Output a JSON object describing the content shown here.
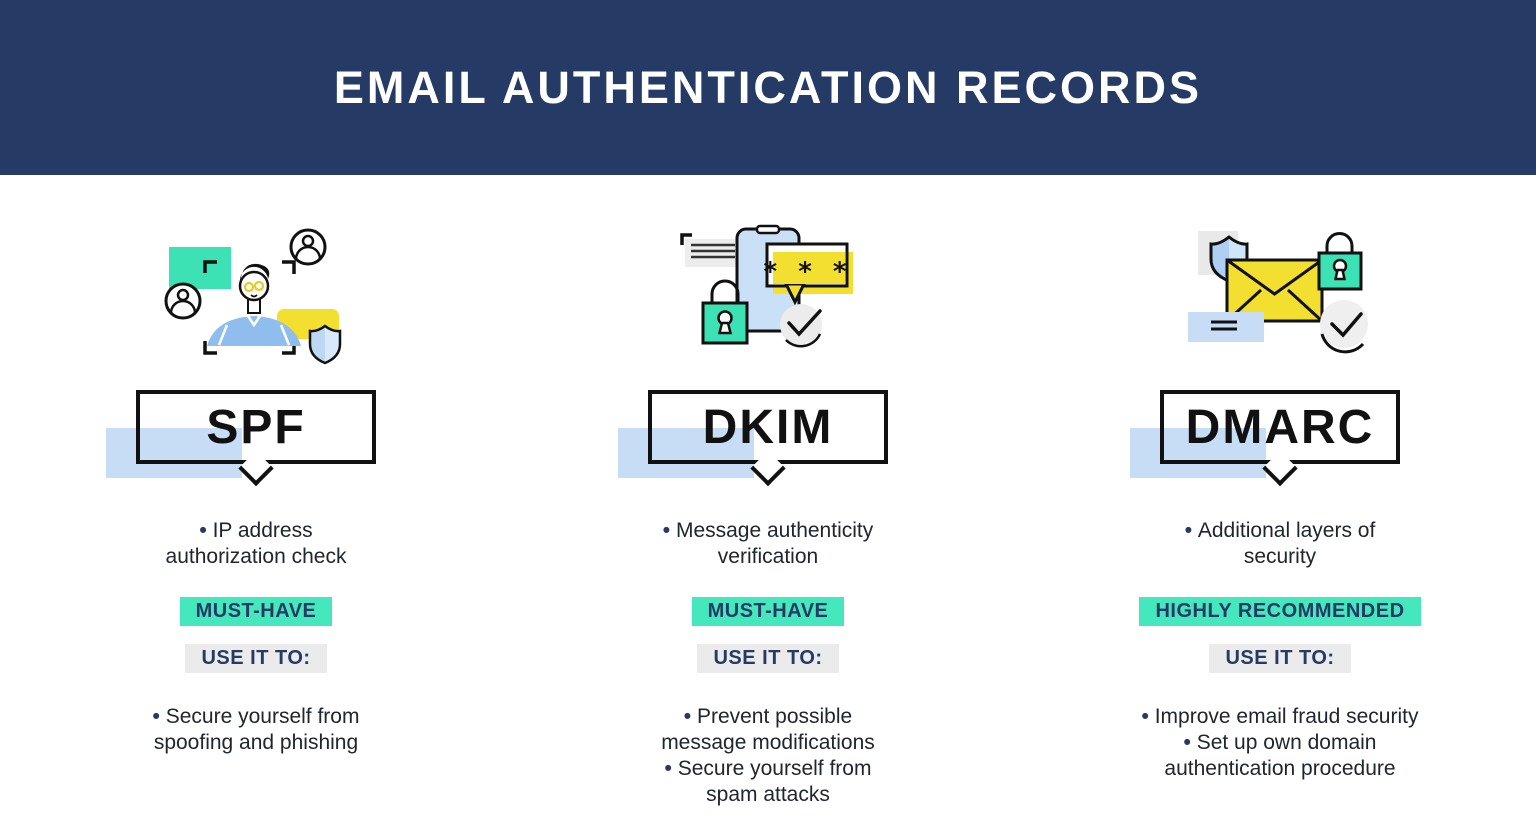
{
  "header": {
    "title": "EMAIL AUTHENTICATION RECORDS"
  },
  "colors": {
    "navy": "#253a64",
    "teal": "#45e8bc",
    "teal-ill": "#3ce2b4",
    "yellow": "#f2df30",
    "blue-shirt": "#8fbdee",
    "blue-light": "#c9e0f7",
    "hl-blue": "#c7ddf5",
    "badge-gray": "#ebebeb",
    "ink": "#20262f",
    "outline": "#111111"
  },
  "columns": [
    {
      "id": "spf",
      "title": "SPF",
      "icon": "identity-scan-shield-illustration",
      "points_top": [
        "IP address authorization check"
      ],
      "badge": "MUST-HAVE",
      "use_label": "USE IT TO:",
      "points_bottom": [
        "Secure yourself from spoofing and phishing"
      ]
    },
    {
      "id": "dkim",
      "title": "DKIM",
      "icon": "phone-password-padlock-illustration",
      "icon_text": "* * *",
      "points_top": [
        "Message authenticity verification"
      ],
      "badge": "MUST-HAVE",
      "use_label": "USE IT TO:",
      "points_bottom": [
        "Prevent possible message modifications",
        "Secure yourself from spam attacks"
      ]
    },
    {
      "id": "dmarc",
      "title": "DMARC",
      "icon": "secured-envelope-check-illustration",
      "points_top": [
        "Additional layers of security"
      ],
      "badge": "HIGHLY RECOMMENDED",
      "use_label": "USE IT TO:",
      "points_bottom": [
        "Improve email fraud security",
        "Set up own domain authentication procedure"
      ]
    }
  ]
}
